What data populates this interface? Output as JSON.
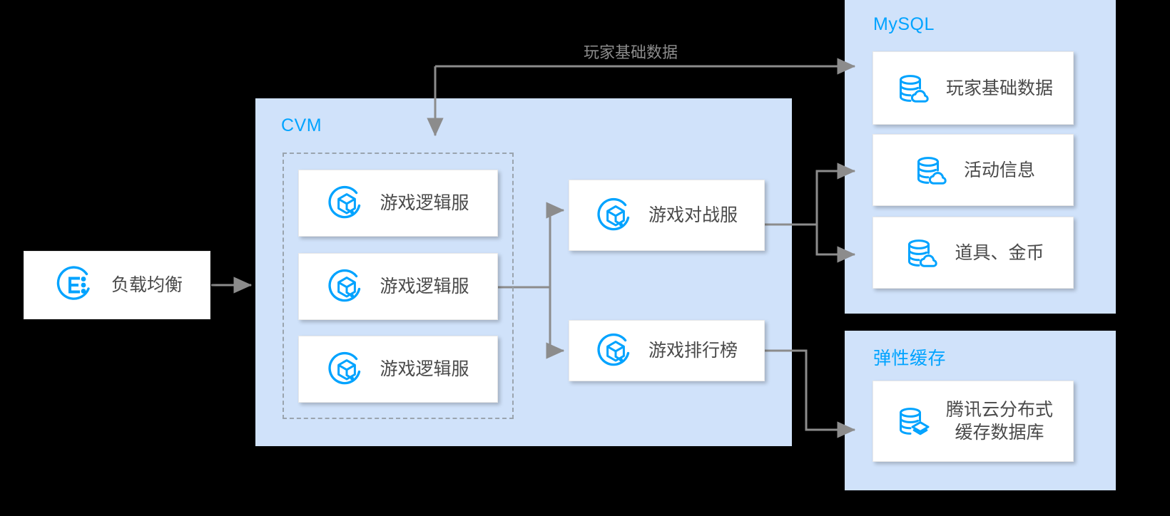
{
  "diagram": {
    "title_absent": true,
    "accent_color": "#00A3FF",
    "region_bg_color": "#D0E2FA",
    "card_bg_color": "#FFFFFF",
    "wire_color": "#8C8C8C",
    "text_color": "#4A4A4A",
    "background_color": "#000000"
  },
  "entry": {
    "load_balancer": {
      "label": "负载均衡",
      "icon": "load-balancer-icon"
    }
  },
  "cvm_region": {
    "label": "CVM",
    "logic_servers": [
      {
        "label": "游戏逻辑服",
        "icon": "cvm-instance-icon"
      },
      {
        "label": "游戏逻辑服",
        "icon": "cvm-instance-icon"
      },
      {
        "label": "游戏逻辑服",
        "icon": "cvm-instance-icon"
      }
    ],
    "services": [
      {
        "label": "游戏对战服",
        "icon": "cvm-instance-icon"
      },
      {
        "label": "游戏排行榜",
        "icon": "cvm-instance-icon"
      }
    ]
  },
  "mysql_region": {
    "label": "MySQL",
    "databases": [
      {
        "label": "玩家基础数据",
        "icon": "cloud-database-icon"
      },
      {
        "label": "活动信息",
        "icon": "cloud-database-icon"
      },
      {
        "label": "道具、金币",
        "icon": "cloud-database-icon"
      }
    ]
  },
  "cache_region": {
    "label": "弹性缓存",
    "caches": [
      {
        "label": "腾讯云分布式\n缓存数据库",
        "icon": "distributed-cache-icon"
      }
    ]
  },
  "edges": [
    {
      "name": "player-base-data-edge",
      "label": "玩家基础数据"
    }
  ]
}
